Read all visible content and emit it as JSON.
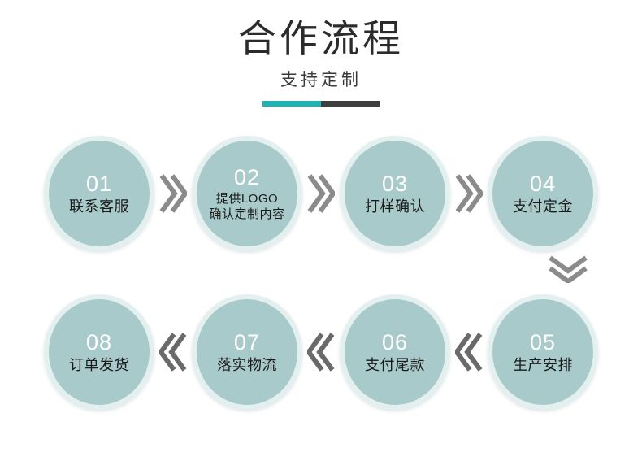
{
  "header": {
    "title": "合作流程",
    "subtitle": "支持定制",
    "divider_left_color": "#1fb2b2",
    "divider_right_color": "#3f3f3f"
  },
  "theme": {
    "circle_fill": "#a9caca",
    "circle_ring": "#e4f0f0",
    "number_color": "#ffffff",
    "label_color": "#1b1b1b",
    "chevron_color_top": "#8b8b8b",
    "chevron_color_bottom": "#6a6a6a",
    "background": "#ffffff"
  },
  "flow": {
    "top_row": [
      {
        "number": "01",
        "label": "联系客服",
        "lines": 1
      },
      {
        "number": "02",
        "label": "提供LOGO\n确认定制内容",
        "lines": 2
      },
      {
        "number": "03",
        "label": "打样确认",
        "lines": 1
      },
      {
        "number": "04",
        "label": "支付定金",
        "lines": 1
      }
    ],
    "bottom_row": [
      {
        "number": "08",
        "label": "订单发货",
        "lines": 1
      },
      {
        "number": "07",
        "label": "落实物流",
        "lines": 1
      },
      {
        "number": "06",
        "label": "支付尾款",
        "lines": 1
      },
      {
        "number": "05",
        "label": "生产安排",
        "lines": 1
      }
    ],
    "connectors": {
      "top_direction": "right",
      "bottom_direction": "left",
      "vertical_direction": "down",
      "glyph": "double-chevron"
    }
  }
}
